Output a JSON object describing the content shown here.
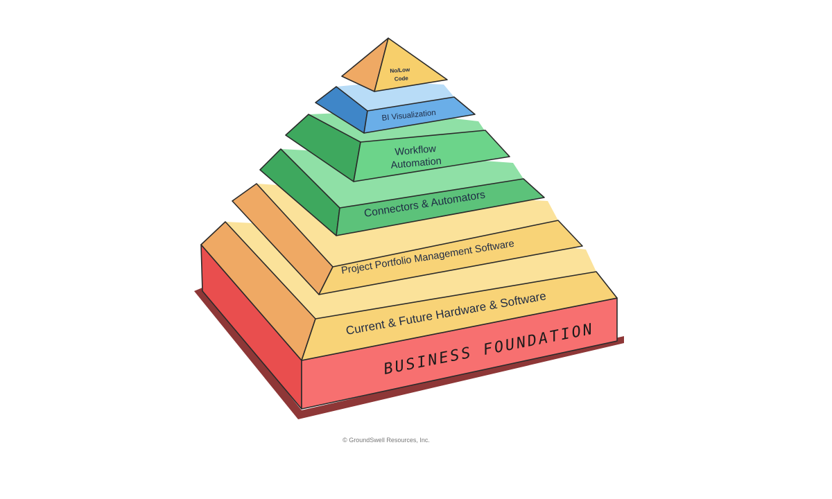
{
  "tiers": [
    {
      "label": "No/Low",
      "label2": "Code",
      "color": "#f7cf6b"
    },
    {
      "label": "BI Visualization",
      "color": "#6aaee8"
    },
    {
      "label": "Workflow",
      "label2": "Automation",
      "color": "#6cd48a"
    },
    {
      "label": "Connectors & Automators",
      "color": "#5cc27a"
    },
    {
      "label": "Project Portfolio Management Software",
      "color": "#f8d377"
    },
    {
      "label": "Current & Future Hardware & Software",
      "color": "#f8d377"
    },
    {
      "label": "Business Foundation",
      "color": "#f76a6a"
    }
  ],
  "copyright": "© GroundSwell Resources, Inc."
}
